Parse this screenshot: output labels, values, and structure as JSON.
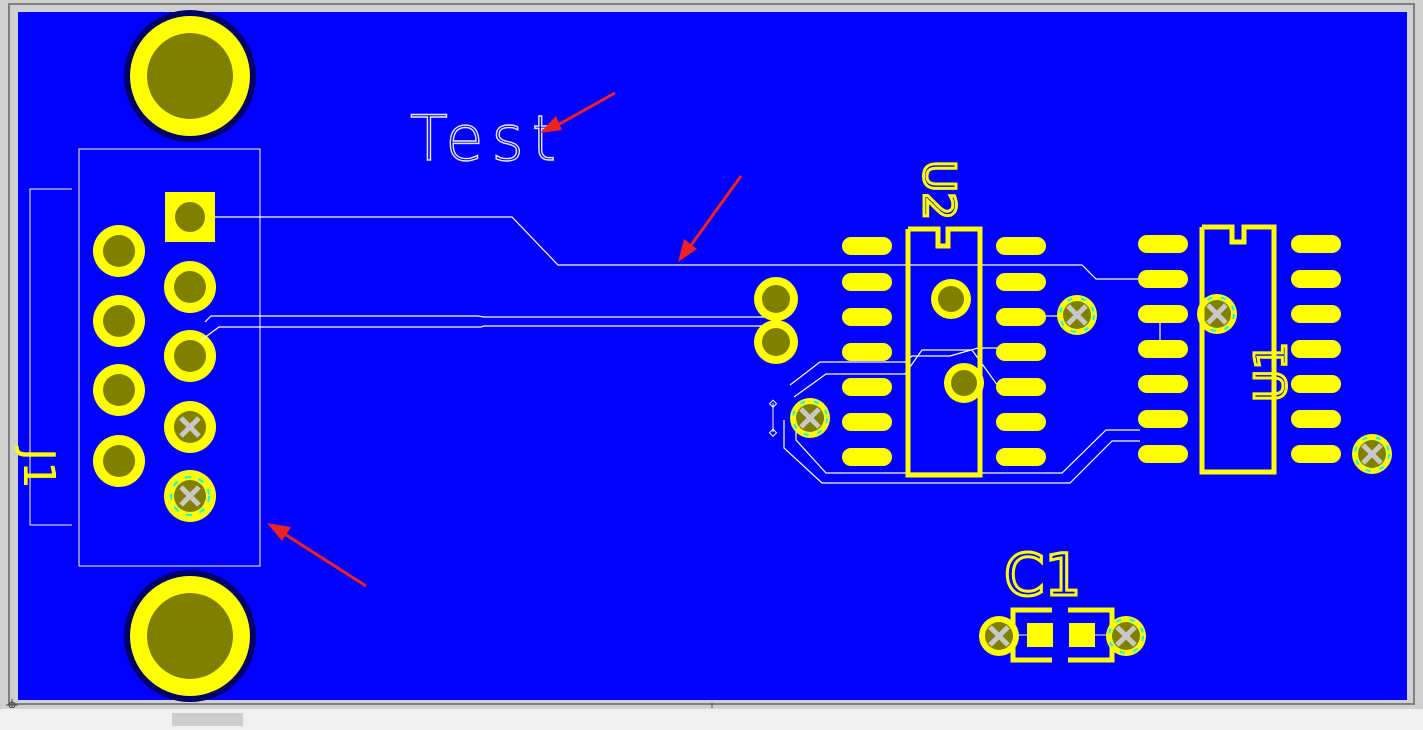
{
  "board": {
    "text_label": "Test",
    "designators": {
      "j1": "J1",
      "u2": "U2",
      "u1": "U1",
      "c1": "C1"
    }
  },
  "colors": {
    "board_background": "#0000ff",
    "pad": "#ffff00",
    "drill": "#808000",
    "silkscreen": "#ffff00",
    "overlay_lines": "#ffffff",
    "annotation_arrow": "#ff2020",
    "frame": "#c0c0c0"
  },
  "annotations": {
    "arrow_count": 3
  }
}
